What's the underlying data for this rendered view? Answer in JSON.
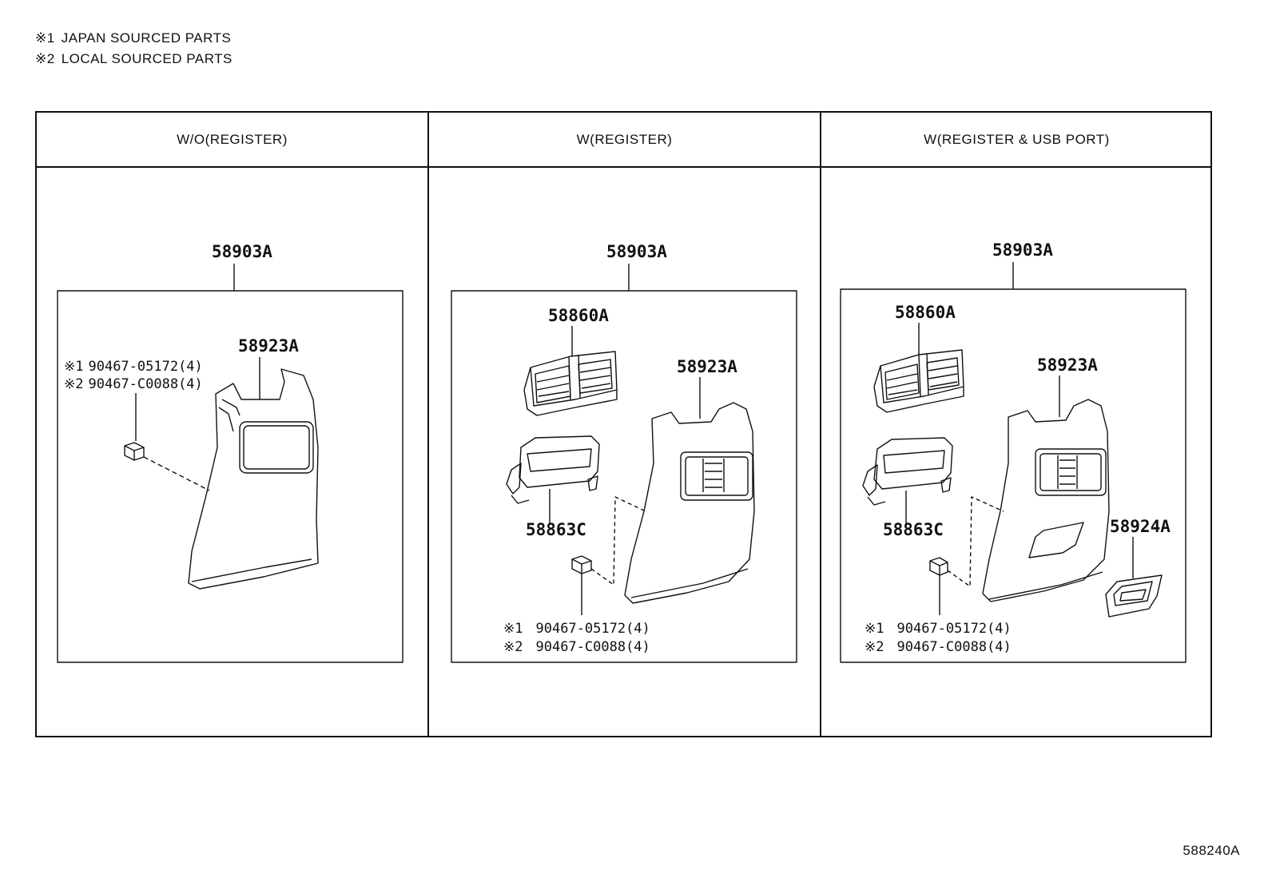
{
  "legend": [
    {
      "symbol": "※1",
      "text": "JAPAN SOURCED PARTS"
    },
    {
      "symbol": "※2",
      "text": "LOCAL SOURCED PARTS"
    }
  ],
  "columns": [
    {
      "header": "W/O(REGISTER)",
      "assembly": "58903A",
      "parts": {
        "panel": "58923A"
      },
      "notes": [
        {
          "symbol": "※1",
          "part": "90467-05172(4)"
        },
        {
          "symbol": "※2",
          "part": "90467-C0088(4)"
        }
      ]
    },
    {
      "header": "W(REGISTER)",
      "assembly": "58903A",
      "parts": {
        "register": "58860A",
        "panel": "58923A",
        "bracket": "58863C"
      },
      "notes": [
        {
          "symbol": "※1",
          "part": "90467-05172(4)"
        },
        {
          "symbol": "※2",
          "part": "90467-C0088(4)"
        }
      ]
    },
    {
      "header": "W(REGISTER & USB PORT)",
      "assembly": "58903A",
      "parts": {
        "register": "58860A",
        "panel": "58923A",
        "bracket": "58863C",
        "usb_port": "58924A"
      },
      "notes": [
        {
          "symbol": "※1",
          "part": "90467-05172(4)"
        },
        {
          "symbol": "※2",
          "part": "90467-C0088(4)"
        }
      ]
    }
  ],
  "illustration_ref": "588240A"
}
